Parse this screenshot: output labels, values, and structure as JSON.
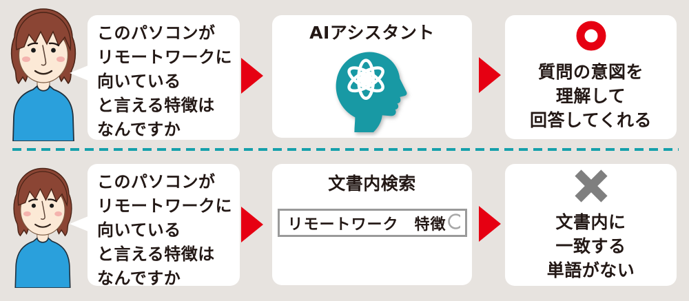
{
  "rows": [
    {
      "question_lines": [
        "このパソコンが",
        "リモートワークに",
        "向いている",
        "と言える特徴は",
        "なんですか"
      ],
      "method": {
        "title": "AIアシスタント",
        "icon": "ai-head-atom-icon"
      },
      "result": {
        "mark": "circle-ok",
        "lines": [
          "質問の意図を",
          "理解して",
          "回答してくれる"
        ]
      }
    },
    {
      "question_lines": [
        "このパソコンが",
        "リモートワークに",
        "向いている",
        "と言える特徴は",
        "なんですか"
      ],
      "method": {
        "title": "文書内検索",
        "icon": "search-icon",
        "search_query": "リモートワーク　特徴"
      },
      "result": {
        "mark": "cross-ng",
        "lines": [
          "文書内に",
          "一致する",
          "単語がない"
        ]
      }
    }
  ],
  "icons": {
    "flow_arrow": "▶",
    "success_mark": "○",
    "fail_mark": "✕",
    "search": "🔍"
  },
  "colors": {
    "background": "#e7e3df",
    "panel": "#ffffff",
    "accent_red": "#e60012",
    "teal_head": "#1899a4",
    "divider_teal": "#16a0ab",
    "fail_gray": "#7f7f7f",
    "text": "#231815",
    "search_border": "#9a9a9a",
    "search_icon_gray": "#a7a7a7",
    "shirt_blue": "#2aa0dc",
    "hair_brown": "#8b4534",
    "skin": "#fce9d6"
  }
}
